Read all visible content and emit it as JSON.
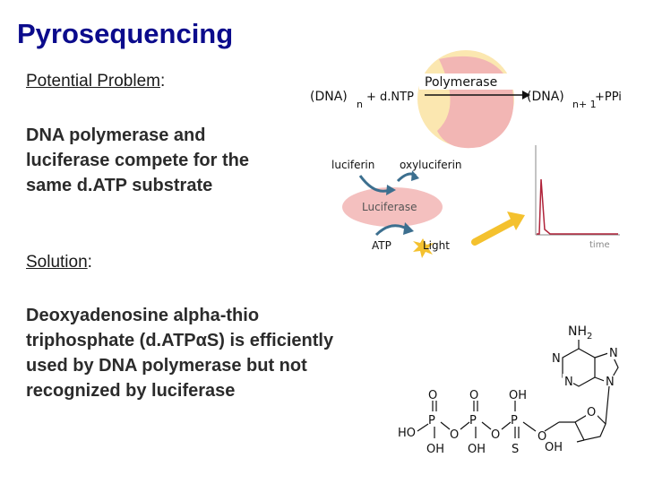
{
  "slide": {
    "title": "Pyrosequencing",
    "problem_heading": "Potential Problem",
    "problem_lines": [
      "DNA polymerase and",
      "luciferase compete for the",
      "same d.ATP substrate"
    ],
    "solution_heading": "Solution",
    "solution_lines": [
      "Deoxyadenosine alpha-thio",
      "triphosphate (d.ATPαS) is efficiently",
      "used by DNA polymerase but not",
      "recognized by luciferase"
    ]
  },
  "reaction_diagram": {
    "polymerase_label": "Polymerase",
    "reactant_dna": "(DNA)",
    "reactant_sub": "n",
    "reactant_add": "+ d.NTP",
    "product_dna": "(DNA)",
    "product_sub": "n+ 1",
    "product_add": "+PPi",
    "luciferin": "luciferin",
    "oxyluciferin": "oxyluciferin",
    "luciferase_label": "Luciferase",
    "atp": "ATP",
    "light": "Light",
    "time": "time"
  },
  "structure": {
    "nh2": "NH",
    "nh2_sub": "2",
    "n_atom": "N",
    "o_atom": "O",
    "p_atom": "P",
    "s_atom": "S",
    "oh": "OH",
    "ho": "HO"
  },
  "colors": {
    "title": "#0b0b8c",
    "polymerase_pink": "#f2b6b4",
    "polymerase_cream": "#fbe7b0",
    "luciferase": "#f4c0bf",
    "curved_arrow": "#3c6f8f",
    "yellow_arrow": "#f4c12e",
    "peak": "#b0233a"
  }
}
